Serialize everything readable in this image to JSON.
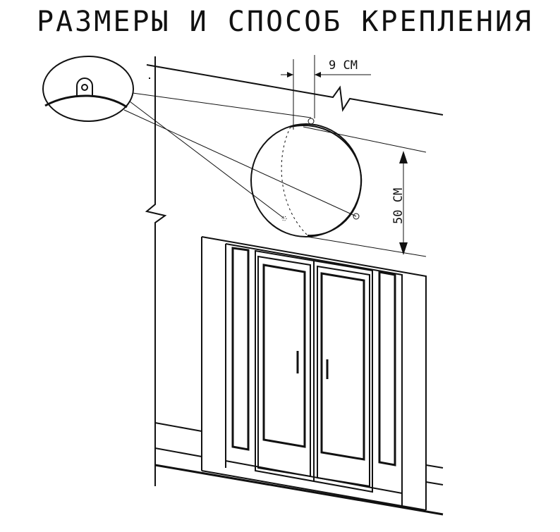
{
  "title": "РАЗМЕРЫ И СПОСОБ КРЕПЛЕНИЯ",
  "dimensions": {
    "depth_label": "9 СМ",
    "diameter_label": "50 СМ"
  },
  "colors": {
    "line": "#111111",
    "background": "#ffffff"
  }
}
